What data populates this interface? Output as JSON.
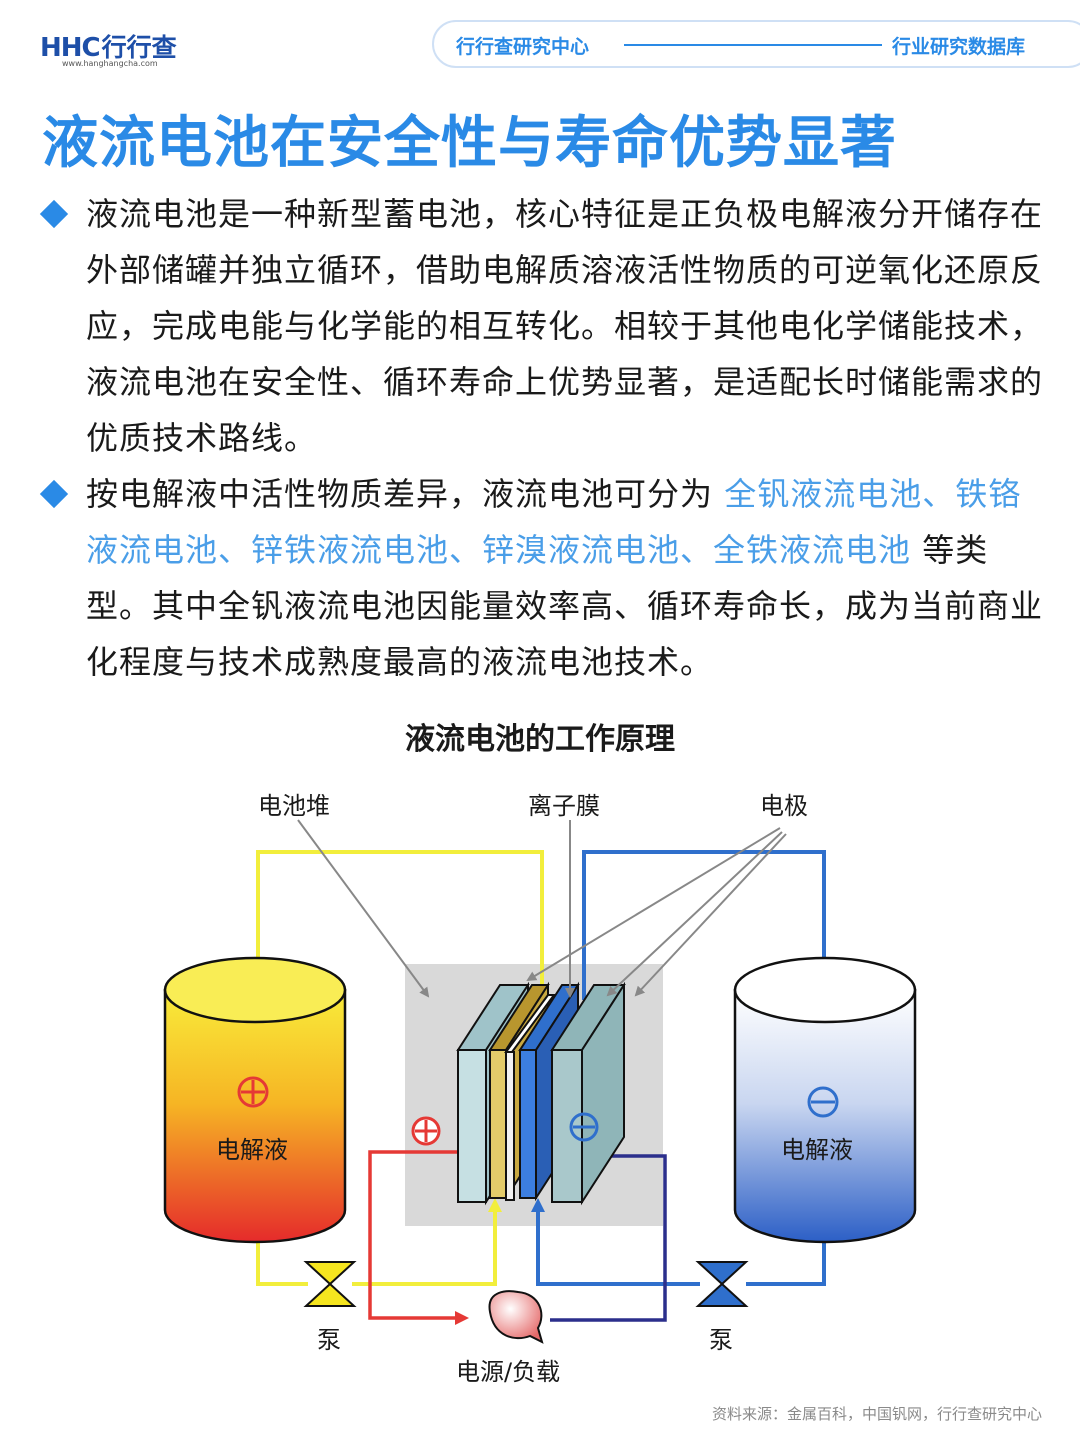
{
  "header": {
    "logo_mark": "HHC",
    "logo_text": "行行查",
    "logo_url": "www.hanghangcha.com",
    "left_label": "行行查研究中心",
    "right_label": "行业研究数据库"
  },
  "title": "液流电池在安全性与寿命优势显著",
  "bullets": [
    {
      "text": "液流电池是一种新型蓄电池，核心特征是正负极电解液分开储存在外部储罐并独立循环，借助电解质溶液活性物质的可逆氧化还原反应，完成电能与化学能的相互转化。相较于其他电化学储能技术，液流电池在安全性、循环寿命上优势显著，是适配长时储能需求的优质技术路线。"
    },
    {
      "text_before": "按电解液中活性物质差异，液流电池可分为 ",
      "highlight": "全钒液流电池、铁铬液流电池、锌铁液流电池、锌溴液流电池、全铁液流电池",
      "text_after": " 等类型。其中全钒液流电池因能量效率高、循环寿命长，成为当前商业化程度与技术成熟度最高的液流电池技术。"
    }
  ],
  "diagram": {
    "title": "液流电池的工作原理",
    "labels": {
      "stack": "电池堆",
      "membrane": "离子膜",
      "electrode": "电极",
      "left_tank": "电解液",
      "right_tank": "电解液",
      "left_pump": "泵",
      "right_pump": "泵",
      "power": "电源/负载"
    },
    "colors": {
      "positive_loop": "#f2ee3c",
      "negative_loop": "#2f6fcc",
      "red_wire": "#e53935",
      "dark_wire": "#2b2f8c",
      "tank_hot_top": "#f7e63a",
      "tank_hot_bottom": "#e8332a",
      "tank_cold_top": "#ffffff",
      "tank_cold_bottom": "#2f63c9"
    }
  },
  "source": "资料来源：金属百科，中国钒网，行行查研究中心"
}
